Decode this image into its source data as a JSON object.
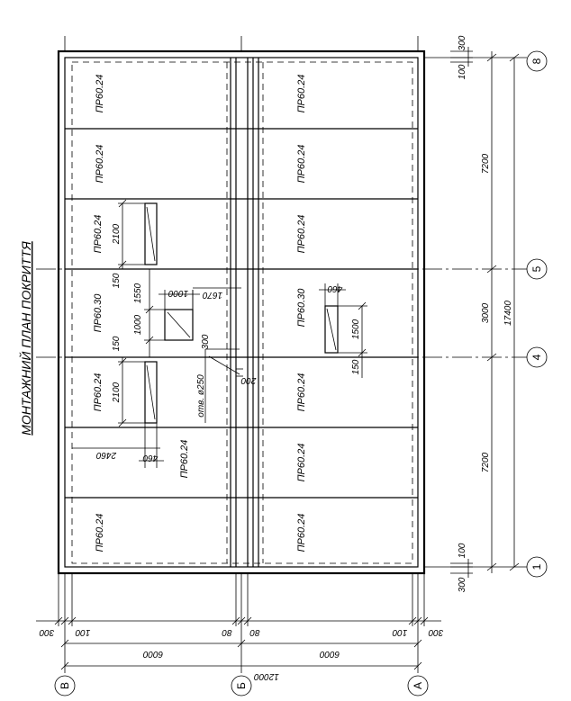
{
  "title": "МОНТАЖНИЙ ПЛАН ПОКРИТТЯ",
  "axes_numbers": [
    "8",
    "5",
    "4",
    "1"
  ],
  "axes_letters": [
    "В",
    "Б",
    "А"
  ],
  "dims_right": {
    "top_300": "300",
    "top_100": "100",
    "span_7200_top": "7200",
    "span_3000": "3000",
    "span_7200_bottom": "7200",
    "total": "17400",
    "bottom_100": "100",
    "bottom_300": "300"
  },
  "dims_bottom": {
    "v_300": "300",
    "v_100": "100",
    "span_6000_left": "6000",
    "b_80_left": "80",
    "b_80_right": "80",
    "span_6000_right": "6000",
    "a_100": "100",
    "a_300": "300",
    "total": "12000"
  },
  "slabs_left": [
    "ПР60.24",
    "ПР60.24",
    "ПР60.24",
    "ПР60.30",
    "ПР60.24",
    "ПР60.24",
    "ПР60.24"
  ],
  "slabs_right": [
    "ПР60.24",
    "ПР60.24",
    "ПР60.24",
    "ПР60.30",
    "ПР60.24",
    "ПР60.24",
    "ПР60.24"
  ],
  "openings": {
    "d_2100_top": "2100",
    "d_150_top": "150",
    "d_1550": "1550",
    "d_1000_w": "1000",
    "d_1000_h": "1000",
    "d_1670": "1670",
    "d_150_mid": "150",
    "d_300": "300",
    "d_hole": "отв. ø250",
    "d_200": "200",
    "d_2100_bottom": "2100",
    "d_2460": "2460",
    "d_460_left": "460",
    "d_460_right": "460",
    "d_1500": "1500",
    "d_150_right": "150"
  }
}
